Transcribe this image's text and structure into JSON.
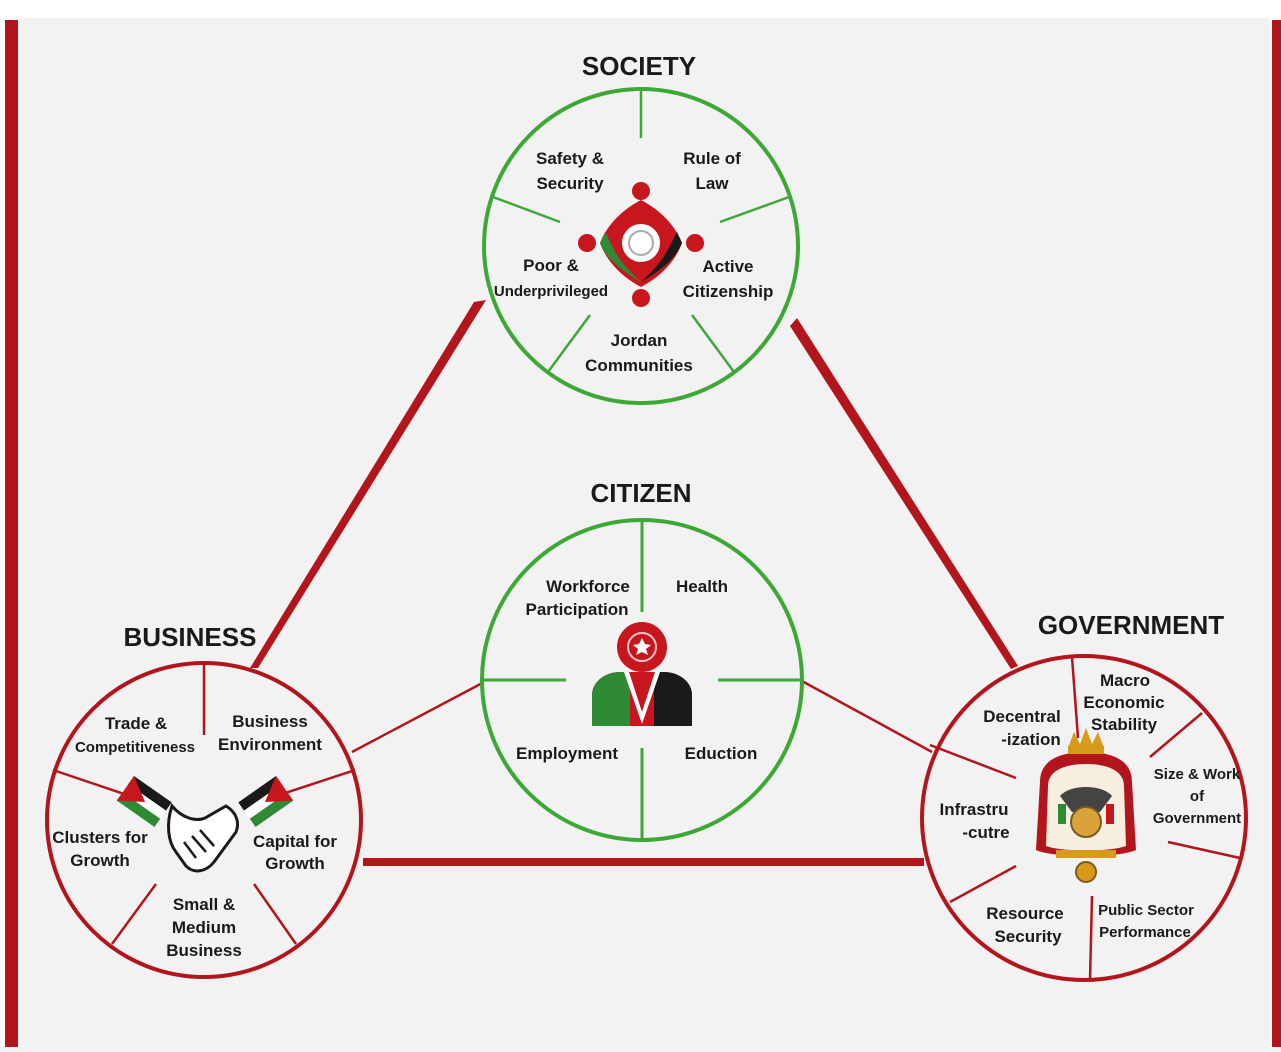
{
  "colors": {
    "red": "#b3151d",
    "green": "#3ea836",
    "background": "#f2f2f2",
    "text": "#1a1a1a"
  },
  "society": {
    "title": "SOCIETY",
    "safety": [
      "Safety &",
      "Security"
    ],
    "rule_of_law": [
      "Rule of",
      "Law"
    ],
    "poor": [
      "Poor &",
      "Underprivileged"
    ],
    "active": [
      "Active",
      "Citizenship"
    ],
    "jordan": [
      "Jordan",
      "Communities"
    ],
    "icon": "people-circle-emblem-icon"
  },
  "citizen": {
    "title": "CITIZEN",
    "workforce": [
      "Workforce",
      "Participation"
    ],
    "health": "Health",
    "employment": "Employment",
    "education": "Eduction",
    "icon": "citizen-person-icon"
  },
  "business": {
    "title": "BUSINESS",
    "trade": [
      "Trade &",
      "Competitiveness"
    ],
    "environment": [
      "Business",
      "Environment"
    ],
    "clusters": [
      "Clusters for",
      "Growth"
    ],
    "capital": [
      "Capital for",
      "Growth"
    ],
    "small": [
      "Small &",
      "Medium",
      "Business"
    ],
    "icon": "handshake-flags-icon"
  },
  "government": {
    "title": "GOVERNMENT",
    "macro": [
      "Macro",
      "Economic",
      "Stability"
    ],
    "decentral": [
      "Decentral",
      "-ization"
    ],
    "size": [
      "Size & Work",
      "of",
      "Government"
    ],
    "infra": [
      "Infrastru",
      "-cutre"
    ],
    "resource": [
      "Resource",
      "Security"
    ],
    "public": [
      "Public Sector",
      "Performance"
    ],
    "icon": "coat-of-arms-icon"
  }
}
